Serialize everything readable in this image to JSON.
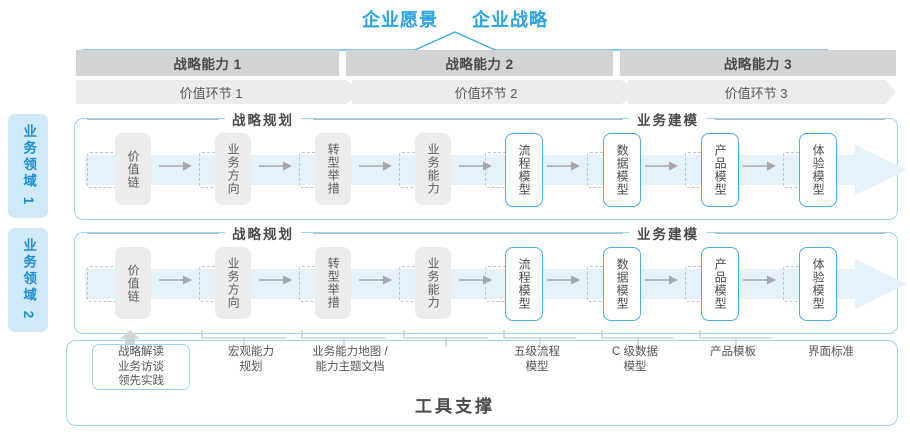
{
  "header": {
    "vision_title": "企业愿景",
    "strategy_title": "企业战略"
  },
  "capability_band": {
    "items": [
      {
        "label": "战略能力 1"
      },
      {
        "label": "战略能力 2"
      },
      {
        "label": "战略能力 3"
      }
    ]
  },
  "value_band": {
    "items": [
      {
        "label": "价值环节 1"
      },
      {
        "label": "价值环节 2"
      },
      {
        "label": "价值环节 3"
      }
    ]
  },
  "domains": [
    {
      "label": "业务领域 1"
    },
    {
      "label": "业务领域 2"
    }
  ],
  "sections": {
    "planning": "战略规划",
    "modeling": "业务建模"
  },
  "row1": {
    "nodes": [
      {
        "label": "价值链",
        "style": "gray"
      },
      {
        "label": "业务方向",
        "style": "gray"
      },
      {
        "label": "转型举措",
        "style": "gray"
      },
      {
        "label": "业务能力",
        "style": "gray"
      },
      {
        "label": "流程模型",
        "style": "blue"
      },
      {
        "label": "数据模型",
        "style": "blue"
      },
      {
        "label": "产品模型",
        "style": "blue"
      },
      {
        "label": "体验模型",
        "style": "blue"
      }
    ]
  },
  "row2": {
    "nodes": [
      {
        "label": "价值链",
        "style": "gray"
      },
      {
        "label": "业务方向",
        "style": "gray"
      },
      {
        "label": "转型举措",
        "style": "gray"
      },
      {
        "label": "业务能力",
        "style": "gray"
      },
      {
        "label": "流程模型",
        "style": "blue"
      },
      {
        "label": "数据模型",
        "style": "blue"
      },
      {
        "label": "产品模型",
        "style": "blue"
      },
      {
        "label": "体验模型",
        "style": "blue"
      }
    ]
  },
  "tool_support": {
    "title": "工具支撑",
    "input_box": [
      "战略解读",
      "业务访谈",
      "领先实践"
    ],
    "labels": [
      {
        "line1": "宏观能力",
        "line2": "规划"
      },
      {
        "line1": "业务能力地图 /",
        "line2": "能力主题文档"
      },
      {
        "line1": "五级流程",
        "line2": "模型"
      },
      {
        "line1": "C 级数据",
        "line2": "模型"
      },
      {
        "line1": "产品模板",
        "line2": ""
      },
      {
        "line1": "界面标准",
        "line2": ""
      }
    ]
  },
  "colors": {
    "accent_blue": "#29a3e0",
    "border_blue": "#9fd3ef",
    "node_blue": "#46aee2",
    "band_gray": "#d2d3d4",
    "band_light": "#ececec",
    "node_gray": "#ececed",
    "text_dark": "#4a4a4a"
  }
}
